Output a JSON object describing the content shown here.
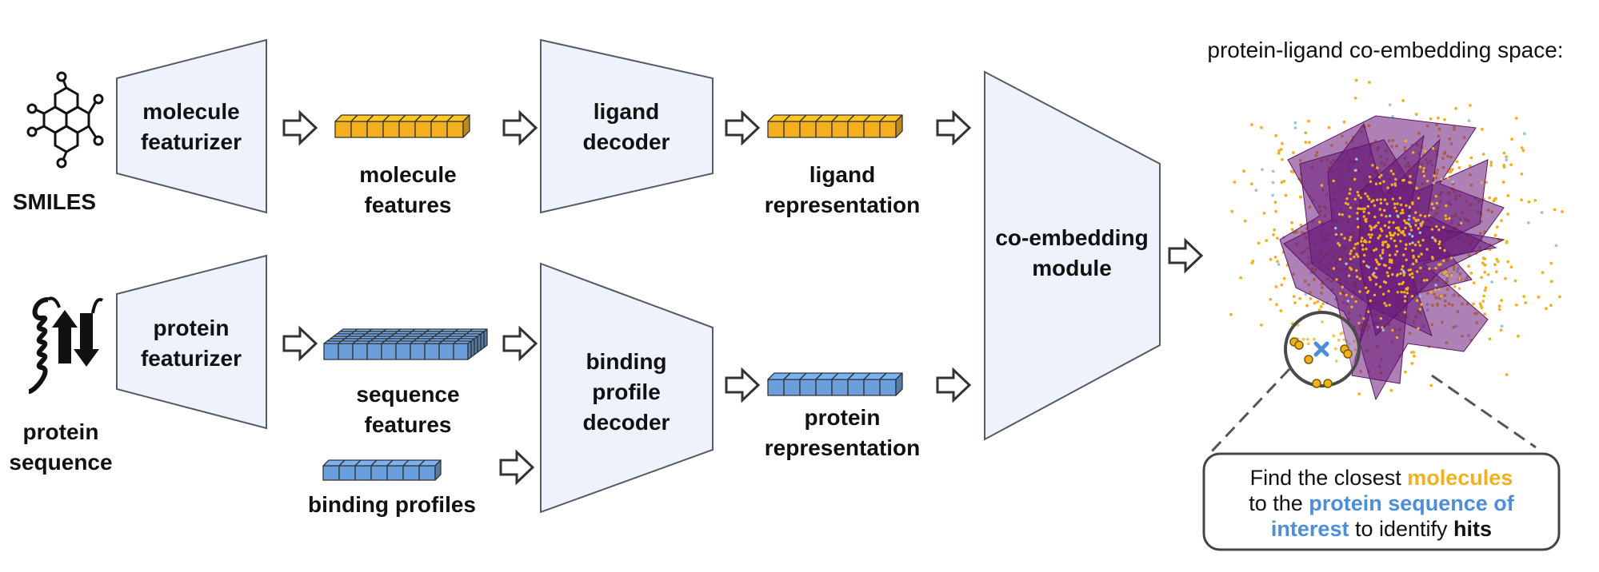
{
  "colors": {
    "orange": "#F2B01E",
    "blue": "#6B9FDB",
    "purple": "#6A1A78",
    "box_fill": "#EEF2FB"
  },
  "inputs": {
    "smiles": "SMILES",
    "protein_line1": "protein",
    "protein_line2": "sequence",
    "smiles_icon": "molecule-structure-icon",
    "protein_icon": "protein-secondary-structure-icon"
  },
  "modules": {
    "molecule_featurizer": [
      "molecule",
      "featurizer"
    ],
    "protein_featurizer": [
      "protein",
      "featurizer"
    ],
    "ligand_decoder": [
      "ligand",
      "decoder"
    ],
    "binding_profile_decoder": [
      "binding",
      "profile",
      "decoder"
    ],
    "coembedding_module": [
      "co-embedding",
      "module"
    ]
  },
  "features": {
    "molecule_features": [
      "molecule",
      "features"
    ],
    "sequence_features": [
      "sequence",
      "features"
    ],
    "binding_profiles": "binding profiles",
    "ligand_representation": [
      "ligand",
      "representation"
    ],
    "protein_representation": [
      "protein",
      "representation"
    ]
  },
  "embedding_space": {
    "title": "protein-ligand co-embedding space:",
    "callout": {
      "line1_pre": "Find the closest ",
      "line1_highlight": "molecules",
      "line2_pre": "to the ",
      "line2_highlight": "protein sequence of",
      "line3_highlight": "interest",
      "line3_mid": " to identify ",
      "line3_bold": "hits"
    }
  }
}
